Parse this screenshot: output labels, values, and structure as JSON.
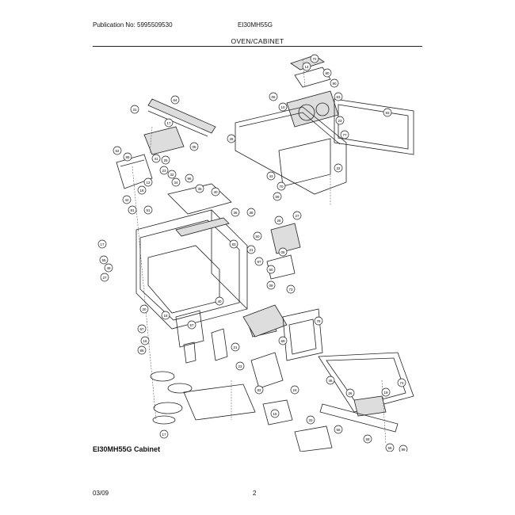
{
  "header": {
    "publication": "Publication No: 5995509530",
    "model": "EI30MH55G",
    "section": "OVEN/CABINET"
  },
  "footer": {
    "caption": "EI30MH55G Cabinet",
    "date": "03/09",
    "page": "2"
  },
  "callouts": [
    "72",
    "14",
    "80",
    "90",
    "06",
    "10",
    "63",
    "23",
    "83",
    "77",
    "64",
    "17",
    "31",
    "05",
    "28",
    "22",
    "62",
    "89",
    "41",
    "23",
    "25",
    "32",
    "13",
    "18",
    "34",
    "96",
    "40",
    "35",
    "42",
    "81",
    "51",
    "43",
    "70",
    "59",
    "36",
    "38",
    "26",
    "27",
    "17",
    "55",
    "49",
    "27",
    "50",
    "83",
    "21",
    "05",
    "97",
    "60",
    "09",
    "73",
    "40",
    "20",
    "18",
    "67",
    "57",
    "69",
    "78",
    "21",
    "23",
    "16",
    "86",
    "46",
    "74",
    "26",
    "19",
    "82",
    "24",
    "15",
    "33",
    "56",
    "17",
    "58",
    "56",
    "99"
  ]
}
